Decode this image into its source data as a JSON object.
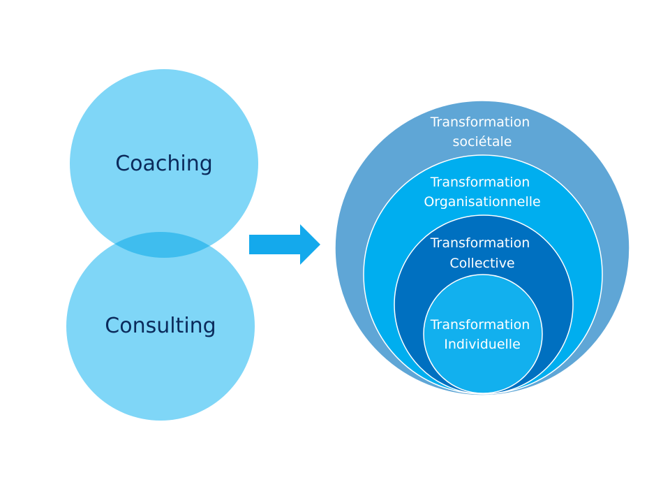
{
  "venn": {
    "top_label": "Coaching",
    "bottom_label": "Consulting",
    "circle_color": "#7fd6f7",
    "overlap_color": "#3fbdee"
  },
  "arrow": {
    "color": "#14a9ec"
  },
  "rings": [
    {
      "line1": "Transformation",
      "line2": "sociétale",
      "color": "#5fa6d6"
    },
    {
      "line1": "Transformation",
      "line2": "Organisationnelle",
      "color": "#00aeef"
    },
    {
      "line1": "Transformation",
      "line2": "Collective",
      "color": "#0070c0"
    },
    {
      "line1": "Transformation",
      "line2": "Individuelle",
      "color": "#12b0ee"
    }
  ]
}
